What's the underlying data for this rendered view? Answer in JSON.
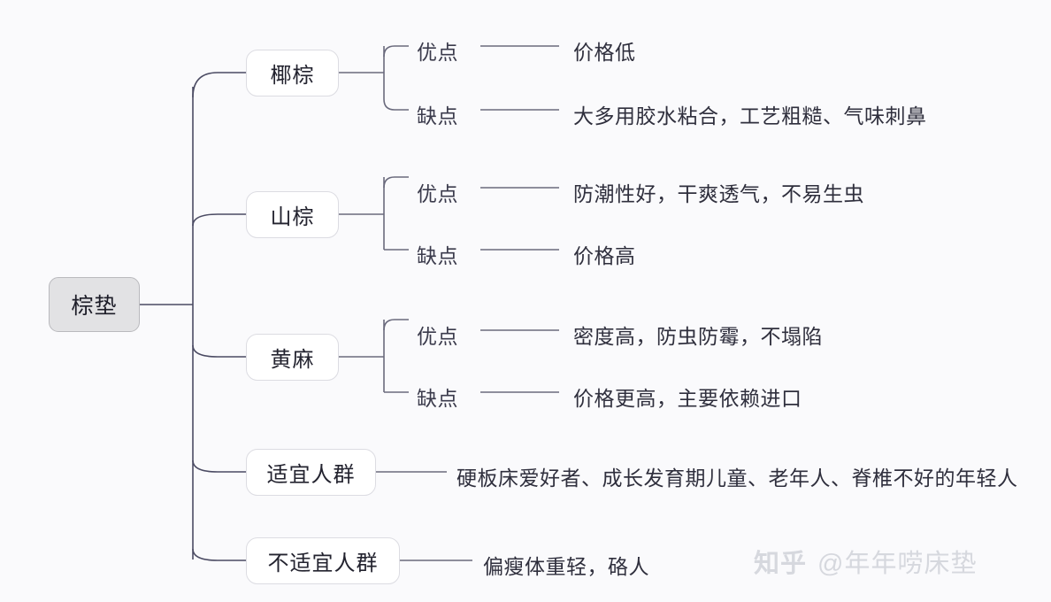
{
  "diagram": {
    "root": {
      "label": "棕垫"
    },
    "branches": [
      {
        "label": "椰棕",
        "children": [
          {
            "label": "优点",
            "text": "价格低"
          },
          {
            "label": "缺点",
            "text": "大多用胶水粘合，工艺粗糙、气味刺鼻"
          }
        ]
      },
      {
        "label": "山棕",
        "children": [
          {
            "label": "优点",
            "text": "防潮性好，干爽透气，不易生虫"
          },
          {
            "label": "缺点",
            "text": "价格高"
          }
        ]
      },
      {
        "label": "黄麻",
        "children": [
          {
            "label": "优点",
            "text": "密度高，防虫防霉，不塌陷"
          },
          {
            "label": "缺点",
            "text": "价格更高，主要依赖进口"
          }
        ]
      },
      {
        "label": "适宜人群",
        "children": [
          {
            "label": "",
            "text": "硬板床爱好者、成长发育期儿童、老年人、脊椎不好的年轻人"
          }
        ]
      },
      {
        "label": "不适宜人群",
        "children": [
          {
            "label": "",
            "text": "偏瘦体重轻，硌人"
          }
        ]
      }
    ]
  },
  "watermark": {
    "logo": "知乎",
    "handle": "@年年唠床垫"
  },
  "colors": {
    "background": "#fafafc",
    "root_fill": "#e2e2e4",
    "root_border": "#b9b9bd",
    "node_fill": "#ffffff",
    "node_border": "#dcdce2",
    "connector": "#4b4b63",
    "sub_connector": "#6a6a7d",
    "text": "#2f2f3d",
    "watermark": "#d6d8de"
  }
}
